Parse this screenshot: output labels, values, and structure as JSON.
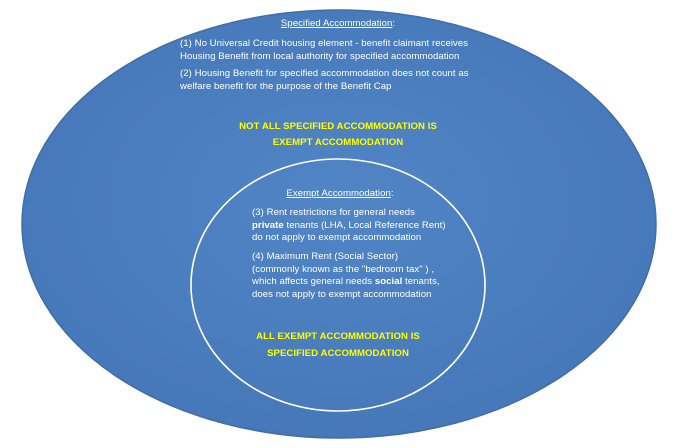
{
  "colors": {
    "ellipse_fill": "#4a7fc0",
    "ellipse_edge": "#3f6ea8",
    "circle_stroke": "#ffffff",
    "text": "#ffffff",
    "highlight": "#ffff00"
  },
  "outer": {
    "title": "Specified Accommodation",
    "title_suffix": ":",
    "point1_line1": "(1) No Universal Credit housing element - benefit claimant receives",
    "point1_line2": "Housing Benefit from local authority for specified accommodation",
    "point2_line1": "(2) Housing Benefit for specified accommodation does not count as",
    "point2_line2": "welfare benefit for the purpose of the Benefit Cap",
    "highlight_line1": "NOT ALL SPECIFIED ACCOMMODATION IS",
    "highlight_line2": "EXEMPT ACCOMMODATION"
  },
  "inner": {
    "title": "Exempt Accommodation",
    "title_suffix": ":",
    "point3_line1": "(3) Rent restrictions for general needs",
    "point3_line2_bold": "private",
    "point3_line2_rest": " tenants (LHA, Local Reference Rent)",
    "point3_line3": "do not apply to exempt accommodation",
    "point4_line1": "(4) Maximum Rent (Social Sector)",
    "point4_line2": "(commonly known as the \"bedroom tax\" ) ,",
    "point4_line3_start": "which affects general needs ",
    "point4_line3_bold": "social",
    "point4_line3_rest": " tenants,",
    "point4_line4": "does not apply to exempt accommodation",
    "highlight_line1": "ALL EXEMPT ACCOMMODATION IS",
    "highlight_line2": "SPECIFIED ACCOMMODATION"
  }
}
